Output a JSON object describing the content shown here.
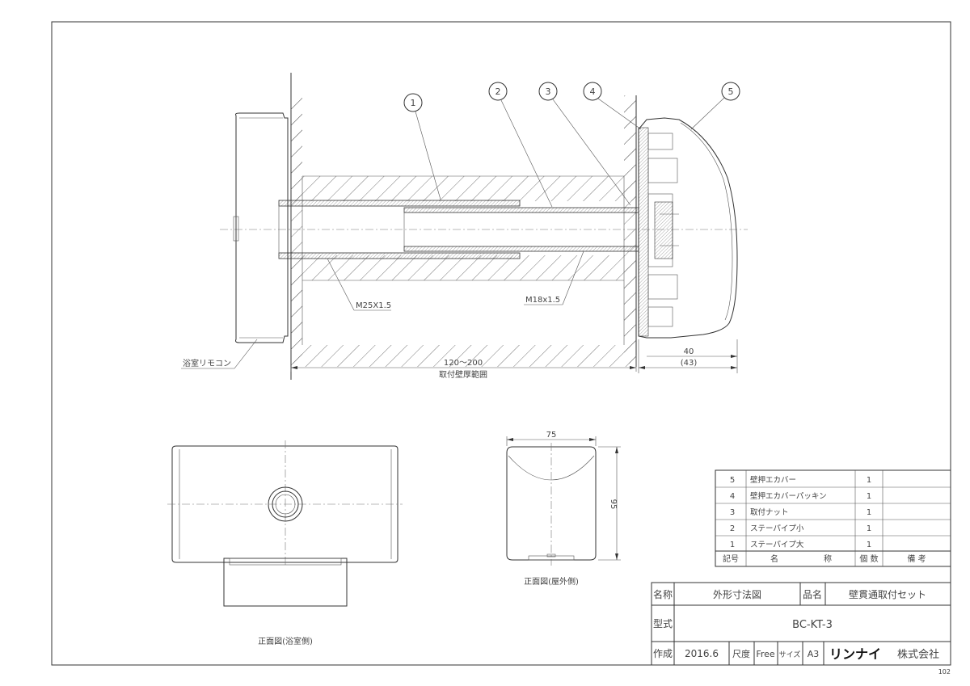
{
  "balloons": [
    "1",
    "2",
    "3",
    "4",
    "5"
  ],
  "callouts": {
    "thread_large": "M25X1.5",
    "thread_small": "M18x1.5",
    "remote": "浴室リモコン"
  },
  "dimensions": {
    "wall_range": "120～200",
    "wall_range_caption": "取付壁厚範囲",
    "depth": "40",
    "depth_alt": "(43)",
    "width": "75",
    "height": "95"
  },
  "view_captions": {
    "front_outdoor": "正面図(屋外側)",
    "front_bath": "正面図(浴室側)"
  },
  "parts_list": {
    "rows": [
      {
        "no": "5",
        "name": "壁押エカバー",
        "qty": "1",
        "note": ""
      },
      {
        "no": "4",
        "name": "壁押エカバーパッキン",
        "qty": "1",
        "note": ""
      },
      {
        "no": "3",
        "name": "取付ナット",
        "qty": "1",
        "note": ""
      },
      {
        "no": "2",
        "name": "ステーパイプ小",
        "qty": "1",
        "note": ""
      },
      {
        "no": "1",
        "name": "ステーパイプ大",
        "qty": "1",
        "note": ""
      }
    ],
    "header": {
      "no": "記号",
      "name_a": "名",
      "name_b": "称",
      "qty": "個 数",
      "note": "備 考"
    }
  },
  "title_block": {
    "name_label": "名称",
    "name_value": "外形寸法図",
    "product_label": "品名",
    "product_value": "壁貫通取付セット",
    "model_label": "型式",
    "model_value": "BC-KT-3",
    "made_label": "作成",
    "made_value": "2016.6",
    "scale_label": "尺度",
    "scale_value": "Free",
    "size_label": "サイズ",
    "size_value": "A3",
    "company_logo": "リンナイ",
    "company_suffix": "株式会社"
  },
  "sheet_code": "102"
}
